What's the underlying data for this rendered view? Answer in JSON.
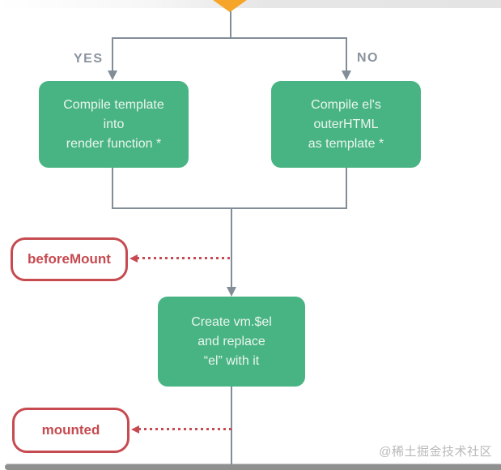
{
  "flowchart": {
    "branch": {
      "yes_label": "YES",
      "no_label": "NO"
    },
    "boxes": {
      "compile_template": {
        "line1": "Compile template",
        "line2": "into",
        "line3": "render function *"
      },
      "compile_outerhtml": {
        "line1": "Compile el's",
        "line2": "outerHTML",
        "line3": "as template *"
      },
      "create_vm_el": {
        "line1": "Create vm.$el",
        "line2": "and replace",
        "line3": "“el” with it"
      }
    },
    "hooks": {
      "before_mount": {
        "label": "beforeMount"
      },
      "mounted": {
        "label": "mounted"
      }
    },
    "colors": {
      "green": "#49b483",
      "gray_line": "#828d98",
      "red": "#c64a50",
      "orange": "#f5a62a",
      "label_gray": "#8a939e",
      "watermark_gray": "#b9b9b9"
    }
  },
  "watermark": {
    "text": "@稀土掘金技术社区"
  }
}
